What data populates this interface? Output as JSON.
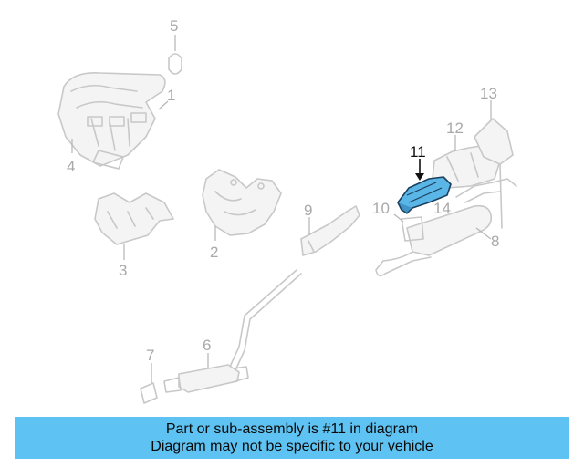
{
  "diagram": {
    "callouts": [
      "1",
      "2",
      "3",
      "4",
      "5",
      "6",
      "7",
      "8",
      "9",
      "10",
      "11",
      "12",
      "13",
      "14"
    ],
    "highlighted_callout": "11",
    "highlight_color": "#5bb6e8"
  },
  "banner": {
    "line1": "Part or sub-assembly is #11 in diagram",
    "line2": "Diagram may not be specific to your vehicle",
    "background": "#5ec3f2"
  }
}
